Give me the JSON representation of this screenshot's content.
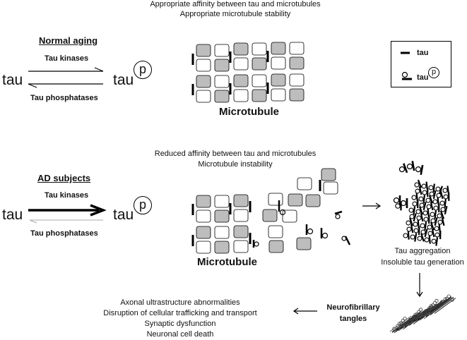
{
  "top": {
    "headline_1": "Appropriate affinity between tau and microtubules",
    "headline_2": "Appropriate microtubule stability",
    "section_title": "Normal aging",
    "kinases": "Tau kinases",
    "phosphatases": "Tau phosphatases",
    "tau": "tau",
    "p": "p",
    "microtubule": "Microtubule"
  },
  "legend": {
    "tau": "tau",
    "ptau": "tau",
    "p": "p"
  },
  "bottom": {
    "headline_1": "Reduced affinity between tau and microtubules",
    "headline_2": "Microtubule instability",
    "section_title": "AD subjects",
    "kinases": "Tau kinases",
    "phosphatases": "Tau phosphatases",
    "tau": "tau",
    "p": "p",
    "microtubule": "Microtubule",
    "aggregation_1": "Tau aggregation",
    "aggregation_2": "Insoluble tau generation",
    "tangles_1": "Neurofibrillary",
    "tangles_2": "tangles",
    "outcomes": [
      "Axonal ultrastructure abnormalities",
      "Disruption of cellular trafficking and transport",
      "Synaptic dysfunction",
      "Neuronal cell death"
    ]
  },
  "colors": {
    "grey_block": "#bdbdbd",
    "white_block": "#ffffff",
    "stroke": "#000000"
  }
}
